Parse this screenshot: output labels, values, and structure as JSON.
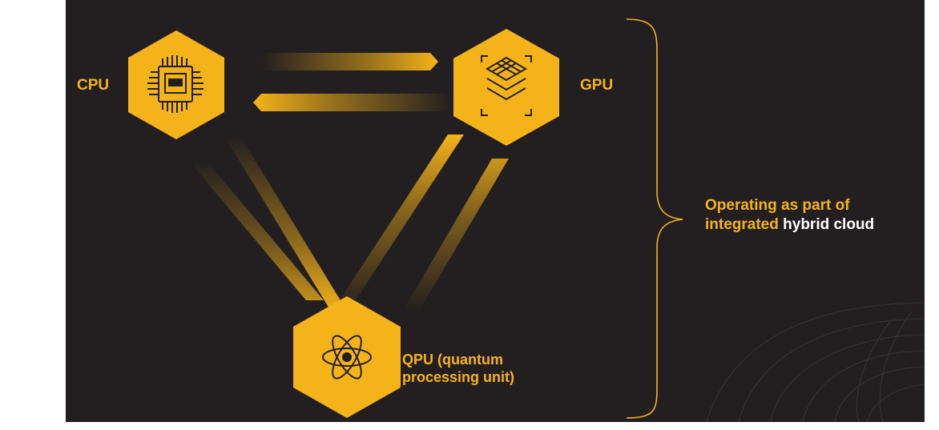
{
  "nodes": {
    "cpu": {
      "label": "CPU",
      "icon": "cpu-chip-icon"
    },
    "gpu": {
      "label": "GPU",
      "icon": "layers-icon"
    },
    "qpu": {
      "label_line1": "QPU (quantum",
      "label_line2": "processing unit)",
      "icon": "atom-icon"
    }
  },
  "cloud": {
    "line1": "Operating as part of",
    "line2_prefix": "integrated",
    "line2_highlight": "hybrid cloud"
  },
  "colors": {
    "background": "#231f20",
    "accent": "#f5b31a",
    "highlight": "#ffffff"
  }
}
